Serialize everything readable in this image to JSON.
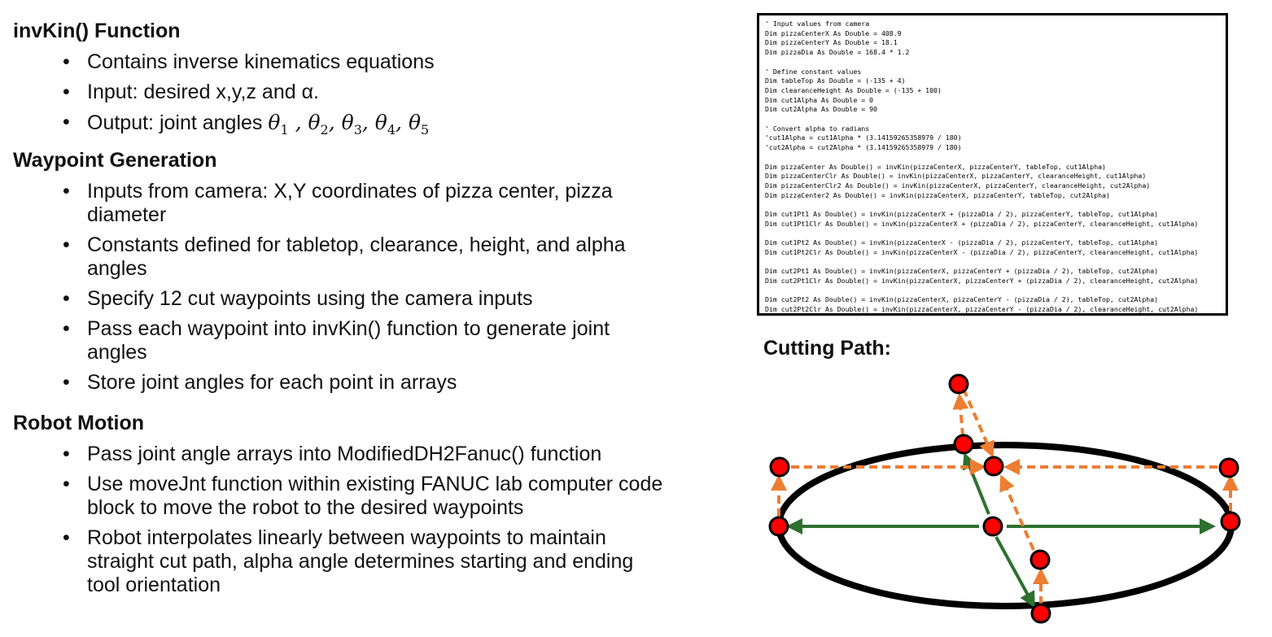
{
  "sections": [
    {
      "title": "invKin() Function",
      "bullets": [
        "Contains inverse kinematics equations",
        "Input: desired x,y,z and α.",
        "Output: joint angles"
      ]
    },
    {
      "title": "Waypoint Generation",
      "bullets": [
        "Inputs from camera: X,Y coordinates of pizza center, pizza diameter",
        "Constants defined for tabletop, clearance, height, and alpha angles",
        "Specify 12 cut waypoints using the camera inputs",
        "Pass each waypoint into invKin() function to generate joint angles",
        "Store joint angles for each point in arrays"
      ]
    },
    {
      "title": "Robot Motion",
      "bullets": [
        "Pass joint angle arrays into ModifiedDH2Fanuc() function",
        "Use moveJnt function within existing FANUC lab computer code block to move the robot to the desired waypoints",
        "Robot interpolates linearly between waypoints to maintain straight cut path, alpha angle determines starting and ending tool orientation"
      ]
    }
  ],
  "output_angles": {
    "symbol": "θ",
    "subscripts": [
      "1",
      "2",
      "3",
      "4",
      "5"
    ],
    "separators": [
      " , ",
      ", ",
      ", ",
      ", "
    ]
  },
  "code_lines": [
    "' Input values from camera",
    "Dim pizzaCenterX As Double = 408.9",
    "Dim pizzaCenterY As Double = 18.1",
    "Dim pizzaDia As Double = 168.4 * 1.2",
    "",
    "' Define constant values",
    "Dim tableTop As Double = (-135 + 4)",
    "Dim clearanceHeight As Double = (-135 + 100)",
    "Dim cut1Alpha As Double = 0",
    "Dim cut2Alpha As Double = 90",
    "",
    "' Convert alpha to radians",
    "'cut1Alpha = cut1Alpha * (3.14159265358979 / 180)",
    "'cut2Alpha = cut2Alpha * (3.14159265358979 / 180)",
    "",
    "Dim pizzaCenter As Double() = invKin(pizzaCenterX, pizzaCenterY, tableTop, cut1Alpha)",
    "Dim pizzaCenterClr As Double() = invKin(pizzaCenterX, pizzaCenterY, clearanceHeight, cut1Alpha)",
    "Dim pizzaCenterClr2 As Double() = invKin(pizzaCenterX, pizzaCenterY, clearanceHeight, cut2Alpha)",
    "Dim pizzaCenter2 As Double() = invKin(pizzaCenterX, pizzaCenterY, tableTop, cut2Alpha)",
    "",
    "Dim cut1Pt1 As Double() = invKin(pizzaCenterX + (pizzaDia / 2), pizzaCenterY, tableTop, cut1Alpha)",
    "Dim cut1Pt1Clr As Double() = invKin(pizzaCenterX + (pizzaDia / 2), pizzaCenterY, clearanceHeight, cut1Alpha)",
    "",
    "Dim cut1Pt2 As Double() = invKin(pizzaCenterX - (pizzaDia / 2), pizzaCenterY, tableTop, cut1Alpha)",
    "Dim cut1Pt2Clr As Double() = invKin(pizzaCenterX - (pizzaDia / 2), pizzaCenterY, clearanceHeight, cut1Alpha)",
    "",
    "Dim cut2Pt1 As Double() = invKin(pizzaCenterX, pizzaCenterY + (pizzaDia / 2), tableTop, cut2Alpha)",
    "Dim cut2Pt1Clr As Double() = invKin(pizzaCenterX, pizzaCenterY + (pizzaDia / 2), clearanceHeight, cut2Alpha)",
    "",
    "Dim cut2Pt2 As Double() = invKin(pizzaCenterX, pizzaCenterY - (pizzaDia / 2), tableTop, cut2Alpha)",
    "Dim cut2Pt2Clr As Double() = invKin(pizzaCenterX, pizzaCenterY - (pizzaDia / 2), clearanceHeight, cut2Alpha)"
  ],
  "cutting_path": {
    "title": "Cutting Path:",
    "colors": {
      "outline": "#000000",
      "waypoint_fill": "#ff0000",
      "cut_arrow": "#2e7030",
      "travel_arrow": "#ed7d31"
    }
  }
}
